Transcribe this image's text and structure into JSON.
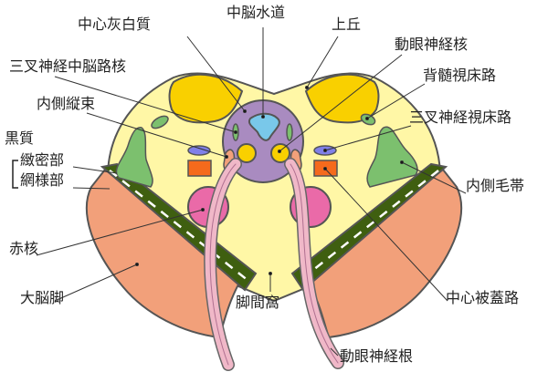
{
  "title": "中脳横断面",
  "colors": {
    "tegmentum": "#fff7a6",
    "colliculus": "#f9d000",
    "central_gray": "#a98bc0",
    "aqueduct": "#79c8ea",
    "peduncle": "#f2a07a",
    "nigra": "#3f5f10",
    "lemniscus": "#7cc06e",
    "red_nucleus": "#ea6aa8",
    "root": "#f0b8c8",
    "tract_blue": "#8080e8",
    "tegmental_tract": "#f56a1c"
  },
  "labels": {
    "central_gray": "中心灰白質",
    "aqueduct": "中脳水道",
    "superior_colliculus": "上丘",
    "oculomotor_nucleus": "動眼神経核",
    "mesencephalic_trigeminal": "三叉神経中脳路核",
    "spinothalamic": "背髄視床路",
    "mlf": "内側縦束",
    "trigeminothalamic": "三叉神経視床路",
    "substantia_nigra": "黒質",
    "pars_compacta": "緻密部",
    "pars_reticulata": "網様部",
    "medial_lemniscus": "内側毛帯",
    "red_nucleus": "赤核",
    "cerebral_peduncle": "大脳脚",
    "interpeduncular_fossa": "脚間窩",
    "central_tegmental_tract": "中心被蓋路",
    "oculomotor_root": "動眼神経根"
  }
}
